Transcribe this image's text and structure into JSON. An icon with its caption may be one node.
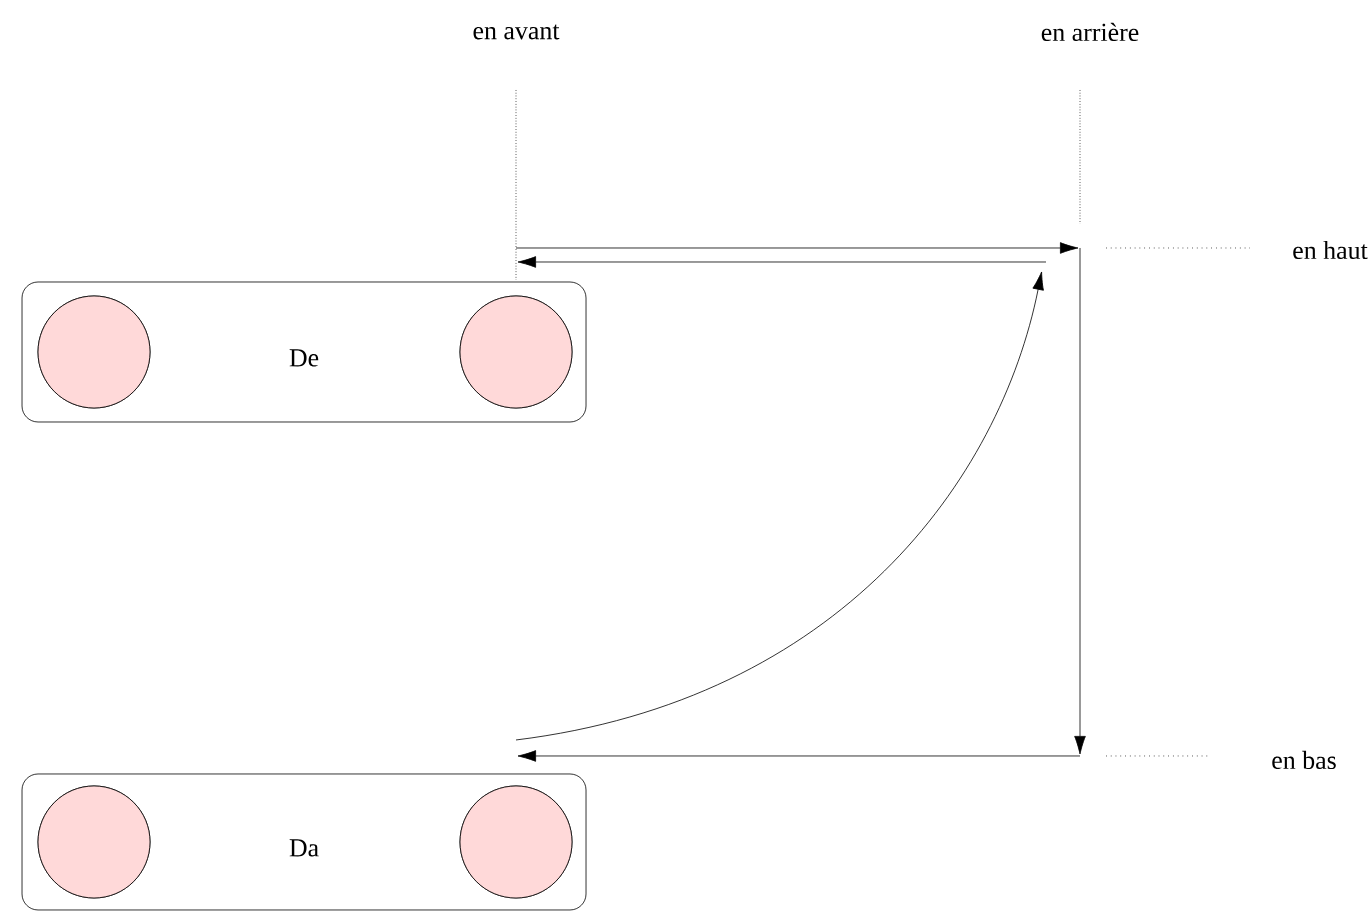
{
  "diagram": {
    "nodes": [
      {
        "text": [
          "De"
        ]
      },
      {
        "text": [
          "Da"
        ]
      }
    ],
    "labels": [
      "en avant",
      "en arrière",
      "en haut",
      "en bas"
    ]
  }
}
